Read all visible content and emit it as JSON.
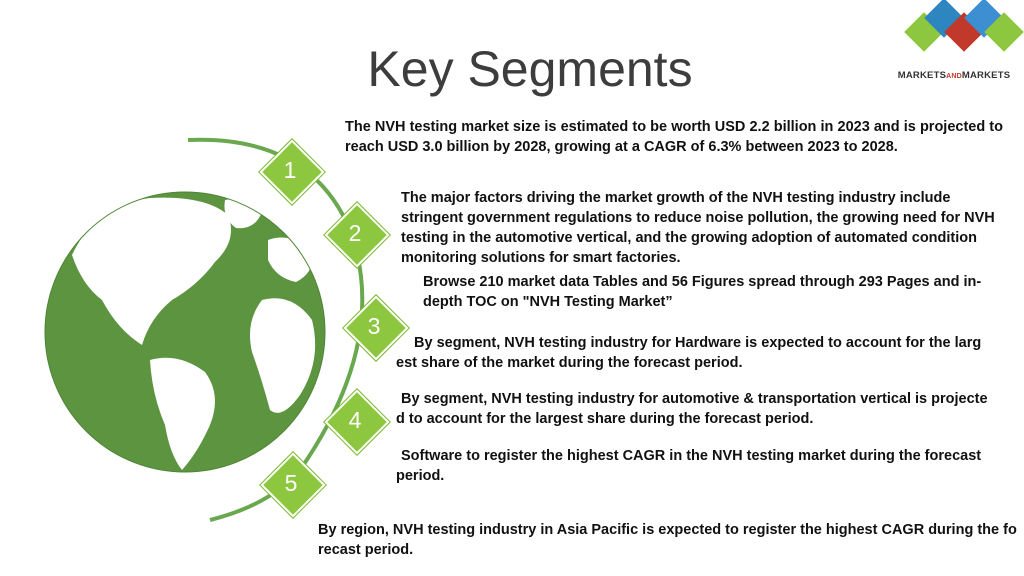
{
  "title": "Key Segments",
  "logo": {
    "text_pre": "MARKETS",
    "text_and": "AND",
    "text_post": "MARKETS",
    "colors": [
      "#c0392b",
      "#2e86c1",
      "#8dc63f",
      "#e67e22"
    ]
  },
  "accent_color": "#8dc63f",
  "steps": [
    "1",
    "2",
    "3",
    "4",
    "5"
  ],
  "paragraphs": [
    "The NVH testing market size is estimated to be worth USD 2.2 billion in 2023 and is projected to reach USD 3.0 billion by 2028, growing at a CAGR of 6.3% between 2023 to 2028.",
    "The major factors driving the market growth of the NVH testing industry include stringent government regulations to reduce noise pollution, the growing need for NVH testing in the automotive vertical, and the growing adoption of automated condition monitoring solutions for smart factories.",
    "Browse 210 market data Tables and 56 Figures spread through 293 Pages and in-depth TOC on \"NVH Testing Market”",
    "By segment, NVH testing industry for Hardware is expected to account for the largest share of the market during the forecast period.",
    "By segment, NVH testing industry for automotive & transportation vertical is projected to account for the largest share during the forecast period.",
    "Software to register the highest CAGR in the NVH testing market during the forecast period.",
    "By region, NVH testing industry in Asia Pacific is expected to register the highest CAGR during the forecast period."
  ]
}
